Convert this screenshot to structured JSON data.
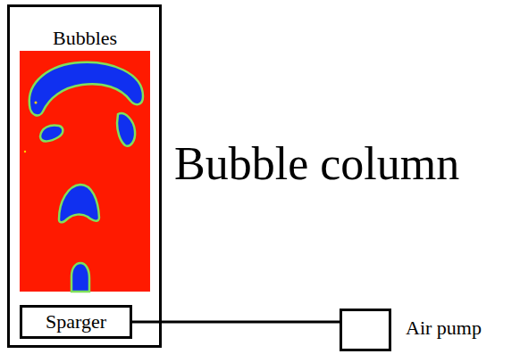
{
  "diagram": {
    "nodes": [
      {
        "text": [
          "Bubbles"
        ]
      },
      {
        "text": [
          "Sparger"
        ],
        "in": 0
      },
      {
        "text": [
          "Air pump"
        ]
      }
    ],
    "edges": [
      {
        "from": 1,
        "to": 2,
        "arrow": "none"
      }
    ],
    "labels": [
      "Bubble column"
    ]
  }
}
